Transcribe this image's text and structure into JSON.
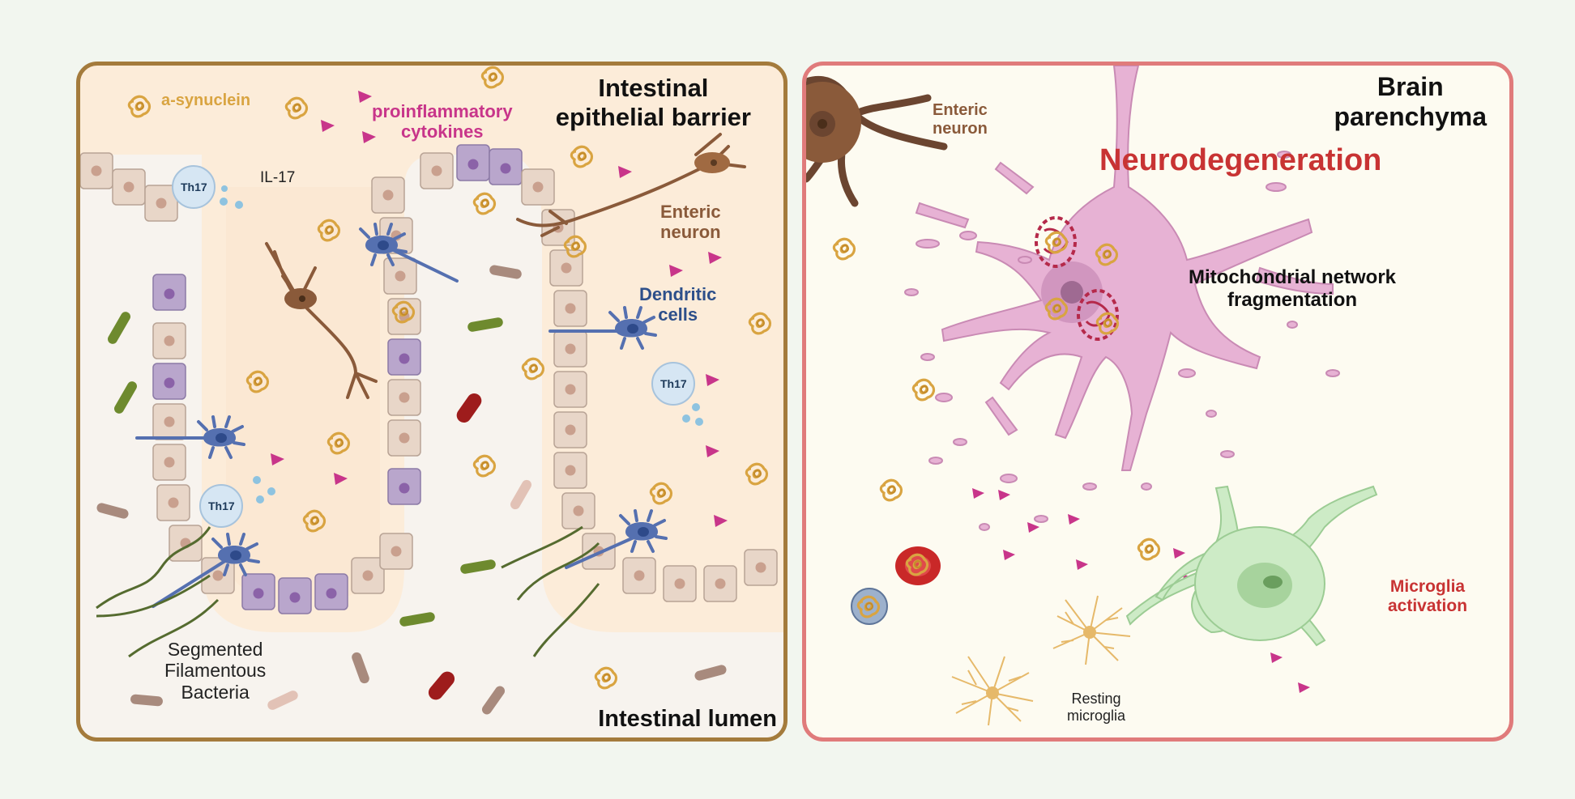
{
  "gut_panel": {
    "region_top": "Intestinal\nepithelial barrier",
    "region_bottom": "Intestinal lumen",
    "labels": {
      "asyn": "a-synuclein",
      "cytokines": "proinflammatory\ncytokines",
      "il17": "IL-17",
      "th17": "Th17",
      "enteric": "Enteric\nneuron",
      "dendritic": "Dendritic\ncells",
      "sfb": "Segmented\nFilamentous\nBacteria"
    }
  },
  "brain_panel": {
    "region": "Brain\nparenchyma",
    "neurodegeneration": "Neurodegeneration",
    "enteric": "Enteric\nneuron",
    "mito": "Mitochondrial network\nfragmentation",
    "microglia_activation": "Microglia\nactivation",
    "resting": "Resting\nmicroglia"
  },
  "colors": {
    "gut_border": "#a47b3c",
    "brain_border": "#e07b7b",
    "asyn": "#d9a441",
    "cytokine": "#c8358a",
    "dendritic": "#5570b0",
    "neuron_pink": "#e7b2d4",
    "microglia_green": "#cdebc6",
    "neurodegeneration_red": "#c83333"
  }
}
